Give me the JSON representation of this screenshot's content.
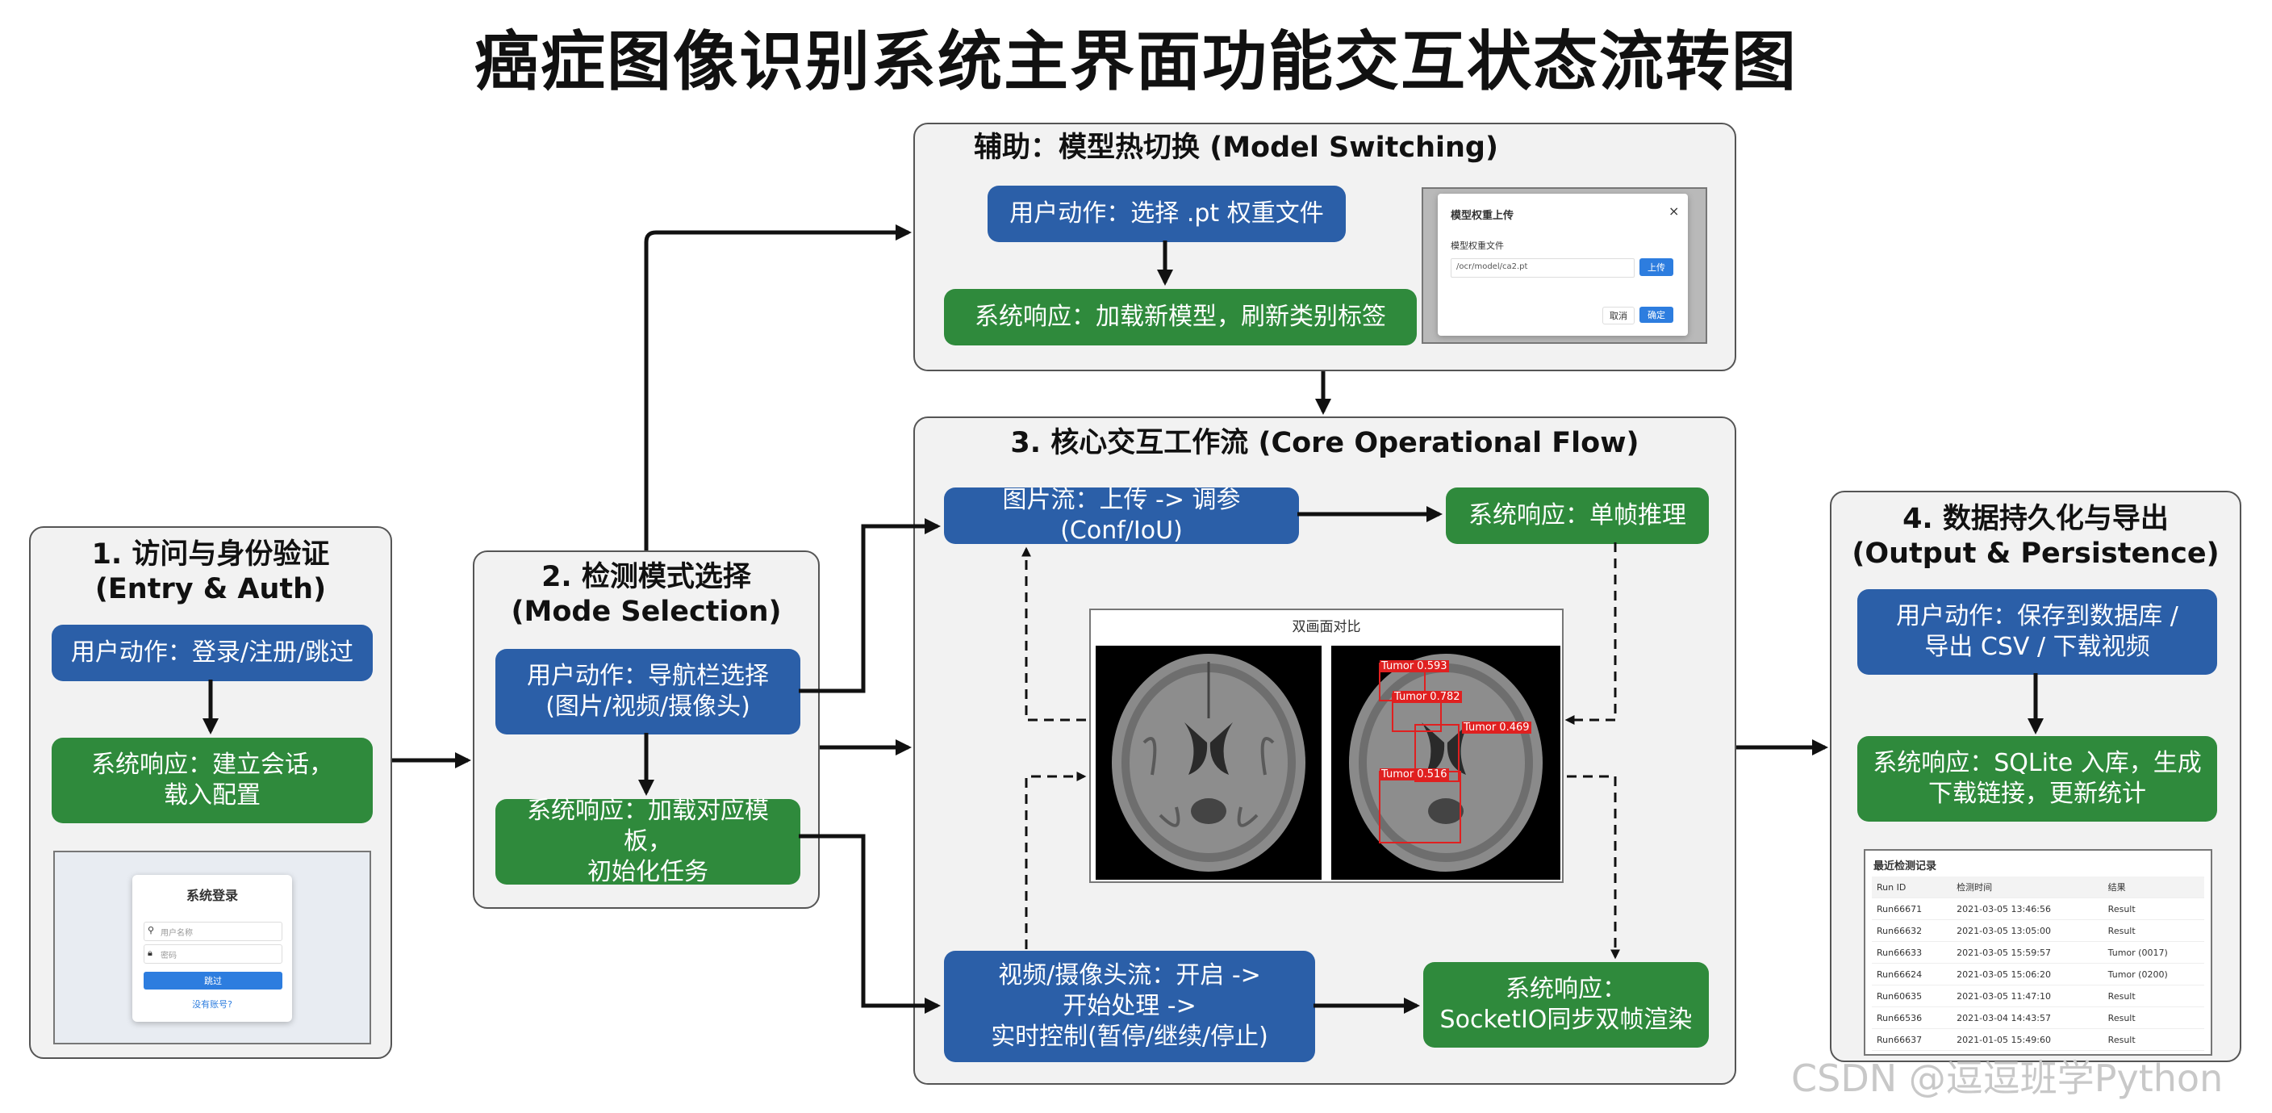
{
  "title": "癌症图像识别系统主界面功能交互状态流转图",
  "panels": {
    "auth": {
      "title": "1. 访问与身份验证\n(Entry & Auth)",
      "user_action": "用户动作：登录/注册/跳过",
      "system_response": "系统响应：建立会话，\n载入配置",
      "login": {
        "title": "系统登录",
        "username_placeholder": "用户名称",
        "password_placeholder": "密码",
        "button": "跳过",
        "link": "没有账号?"
      }
    },
    "mode": {
      "title": "2. 检测模式选择\n(Mode Selection)",
      "user_action": "用户动作：导航栏选择\n(图片/视频/摄像头)",
      "system_response": "系统响应：加载对应模板，\n初始化任务"
    },
    "switch": {
      "title": "辅助：模型热切换 (Model Switching)",
      "user_action": "用户动作：选择 .pt 权重文件",
      "system_response": "系统响应：加载新模型，刷新类别标签",
      "dialog": {
        "title": "模型权重上传",
        "close": "×",
        "field_label": "模型权重文件",
        "path": "/ocr/model/ca2.pt",
        "upload": "上传",
        "cancel": "取消",
        "confirm": "确定"
      }
    },
    "core": {
      "title": "3. 核心交互工作流 (Core Operational Flow)",
      "image_flow": "图片流：上传 -> 调参(Conf/IoU)",
      "image_response": "系统响应：单帧推理",
      "compare_title": "双画面对比",
      "detections": [
        "Tumor 0.593",
        "Tumor 0.782",
        "Tumor 0.469",
        "Tumor 0.516"
      ],
      "video_flow": "视频/摄像头流：开启 ->\n开始处理 ->\n实时控制(暂停/继续/停止)",
      "video_response": "系统响应：\nSocketIO同步双帧渲染"
    },
    "output": {
      "title": "4. 数据持久化与导出\n(Output & Persistence)",
      "user_action": "用户动作：保存到数据库 /\n导出 CSV / 下载视频",
      "system_response": "系统响应：SQLite 入库，生成\n下载链接，更新统计",
      "records": {
        "title": "最近检测记录",
        "headers": [
          "Run ID",
          "检测时间",
          "结果"
        ],
        "rows": [
          [
            "Run66671",
            "2021-03-05 13:46:56",
            "Result"
          ],
          [
            "Run66632",
            "2021-03-05 13:05:00",
            "Result"
          ],
          [
            "Run66633",
            "2021-03-05 15:59:57",
            "Tumor (0017)"
          ],
          [
            "Run66624",
            "2021-03-05 15:06:20",
            "Tumor (0200)"
          ],
          [
            "Run60635",
            "2021-03-05 11:47:10",
            "Result"
          ],
          [
            "Run66536",
            "2021-03-04 14:43:57",
            "Result"
          ],
          [
            "Run66637",
            "2021-01-05 15:49:60",
            "Result"
          ]
        ]
      }
    }
  },
  "watermark": "CSDN @逗逗班学Python",
  "colors": {
    "blue": "#2b5fa8",
    "green": "#2f8a3c",
    "panel": "#f2f2f2",
    "detection": "#e02020"
  }
}
